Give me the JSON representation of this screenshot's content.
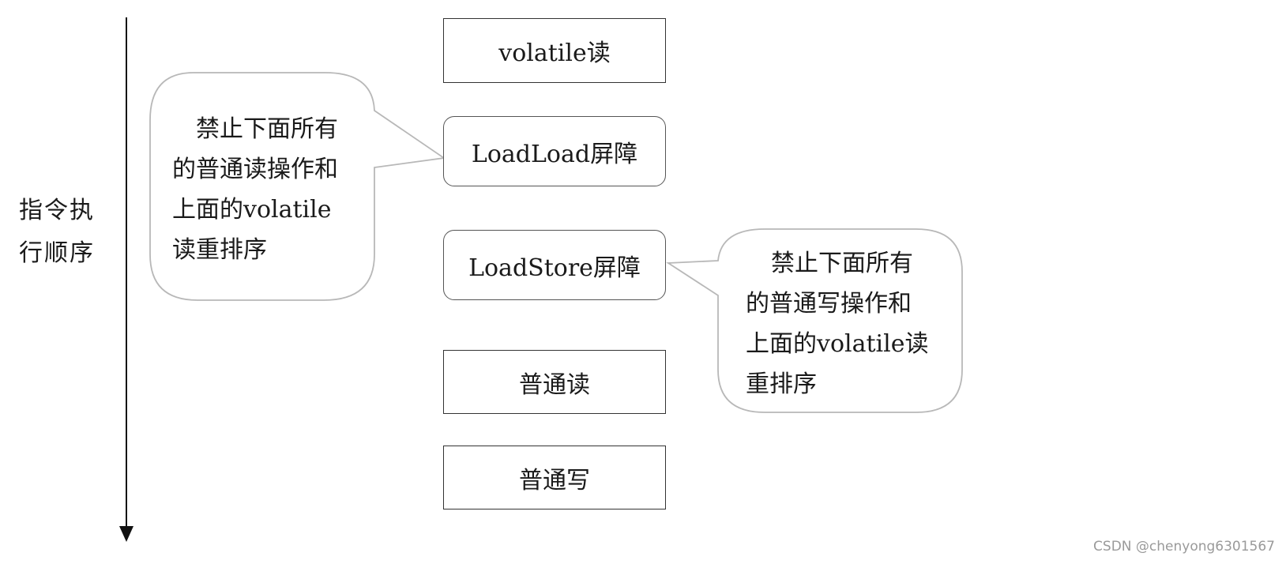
{
  "axis": {
    "label_line1": "指令执",
    "label_line2": "行顺序"
  },
  "boxes": {
    "volatile_read": "volatile读",
    "loadload_barrier": "LoadLoad屏障",
    "loadstore_barrier": "LoadStore屏障",
    "normal_read": "普通读",
    "normal_write": "普通写"
  },
  "callouts": {
    "left": {
      "lines": [
        "禁止下面所有",
        "的普通读操作和",
        "上面的volatile",
        "读重排序"
      ]
    },
    "right": {
      "lines": [
        "禁止下面所有",
        "的普通写操作和",
        "上面的volatile读",
        "重排序"
      ]
    }
  },
  "watermark": "CSDN @chenyong6301567"
}
